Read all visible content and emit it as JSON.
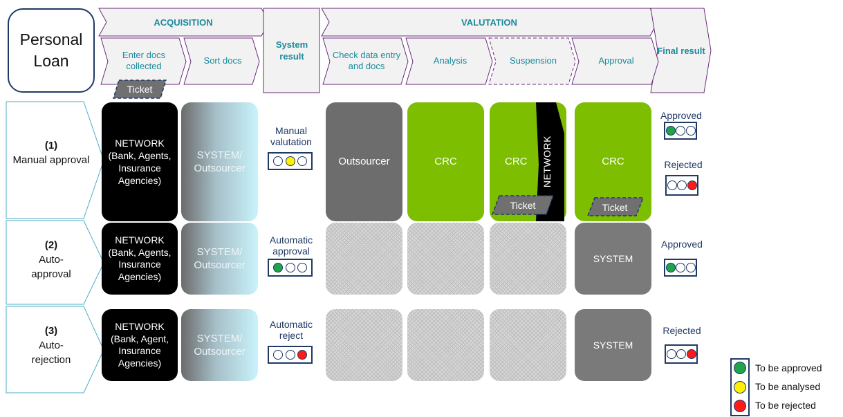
{
  "title": "Personal Loan",
  "phases": {
    "acquisition": "ACQUISITION",
    "system_result": "System result",
    "valutation": "VALUTATION",
    "final_result": "Final result"
  },
  "steps": {
    "enter_docs": "Enter docs collected",
    "sort_docs": "Sort docs",
    "check_data": "Check data entry and docs",
    "analysis": "Analysis",
    "suspension": "Suspension",
    "approval": "Approval"
  },
  "ticket_label": "Ticket",
  "rows": [
    {
      "num": "(1)",
      "name": "Manual approval"
    },
    {
      "num": "(2)",
      "name": "Auto-approval"
    },
    {
      "num": "(3)",
      "name": "Auto-rejection"
    }
  ],
  "cards": {
    "network_1": "NETWORK (Bank, Agents, Insurance Agencies)",
    "network_2": "NETWORK (Bank, Agents, Insurance Agencies)",
    "network_3": "NETWORK (Bank, Agent, Insurance Agencies)",
    "system_outsourcer": "SYSTEM/ Outsourcer",
    "outsourcer": "Outsourcer",
    "crc": "CRC",
    "network_vertical": "NETWORK",
    "system": "SYSTEM"
  },
  "system_results": {
    "manual": "Manual valutation",
    "auto_approval": "Automatic approval",
    "auto_reject": "Automatic reject"
  },
  "final_results": {
    "approved": "Approved",
    "rejected": "Rejected"
  },
  "legend": [
    {
      "label": "To be approved",
      "color": "#1FA44C"
    },
    {
      "label": "To be analysed",
      "color": "#FFF200"
    },
    {
      "label": "To be rejected",
      "color": "#FF1A1A"
    }
  ],
  "colors": {
    "accent": "#1A8A9C",
    "navy": "#1F3864",
    "process_border": "#6A2A7A",
    "crc_green": "#7DBE00"
  }
}
